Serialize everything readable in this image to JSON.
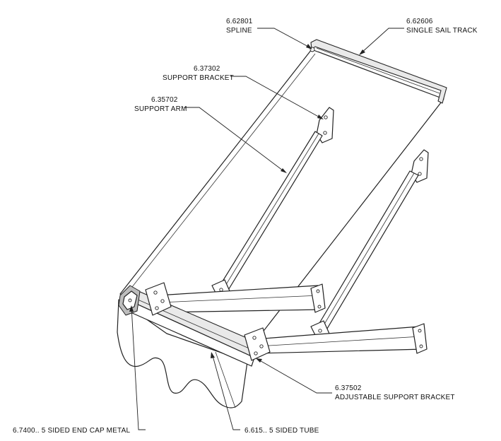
{
  "labels": {
    "spline": {
      "part_no": "6.62801",
      "name": "SPLINE"
    },
    "sail_track": {
      "part_no": "6.62606",
      "name": "SINGLE SAIL TRACK"
    },
    "support_bracket": {
      "part_no": "6.37302",
      "name": "SUPPORT BRACKET"
    },
    "support_arm": {
      "part_no": "6.35702",
      "name": "SUPPORT ARM"
    },
    "adjustable_bracket": {
      "part_no": "6.37502",
      "name": "ADJUSTABLE SUPPORT BRACKET"
    },
    "end_cap": {
      "text": "6.7400.. 5 SIDED END CAP METAL"
    },
    "tube": {
      "text": "6.615.. 5 SIDED TUBE"
    }
  }
}
